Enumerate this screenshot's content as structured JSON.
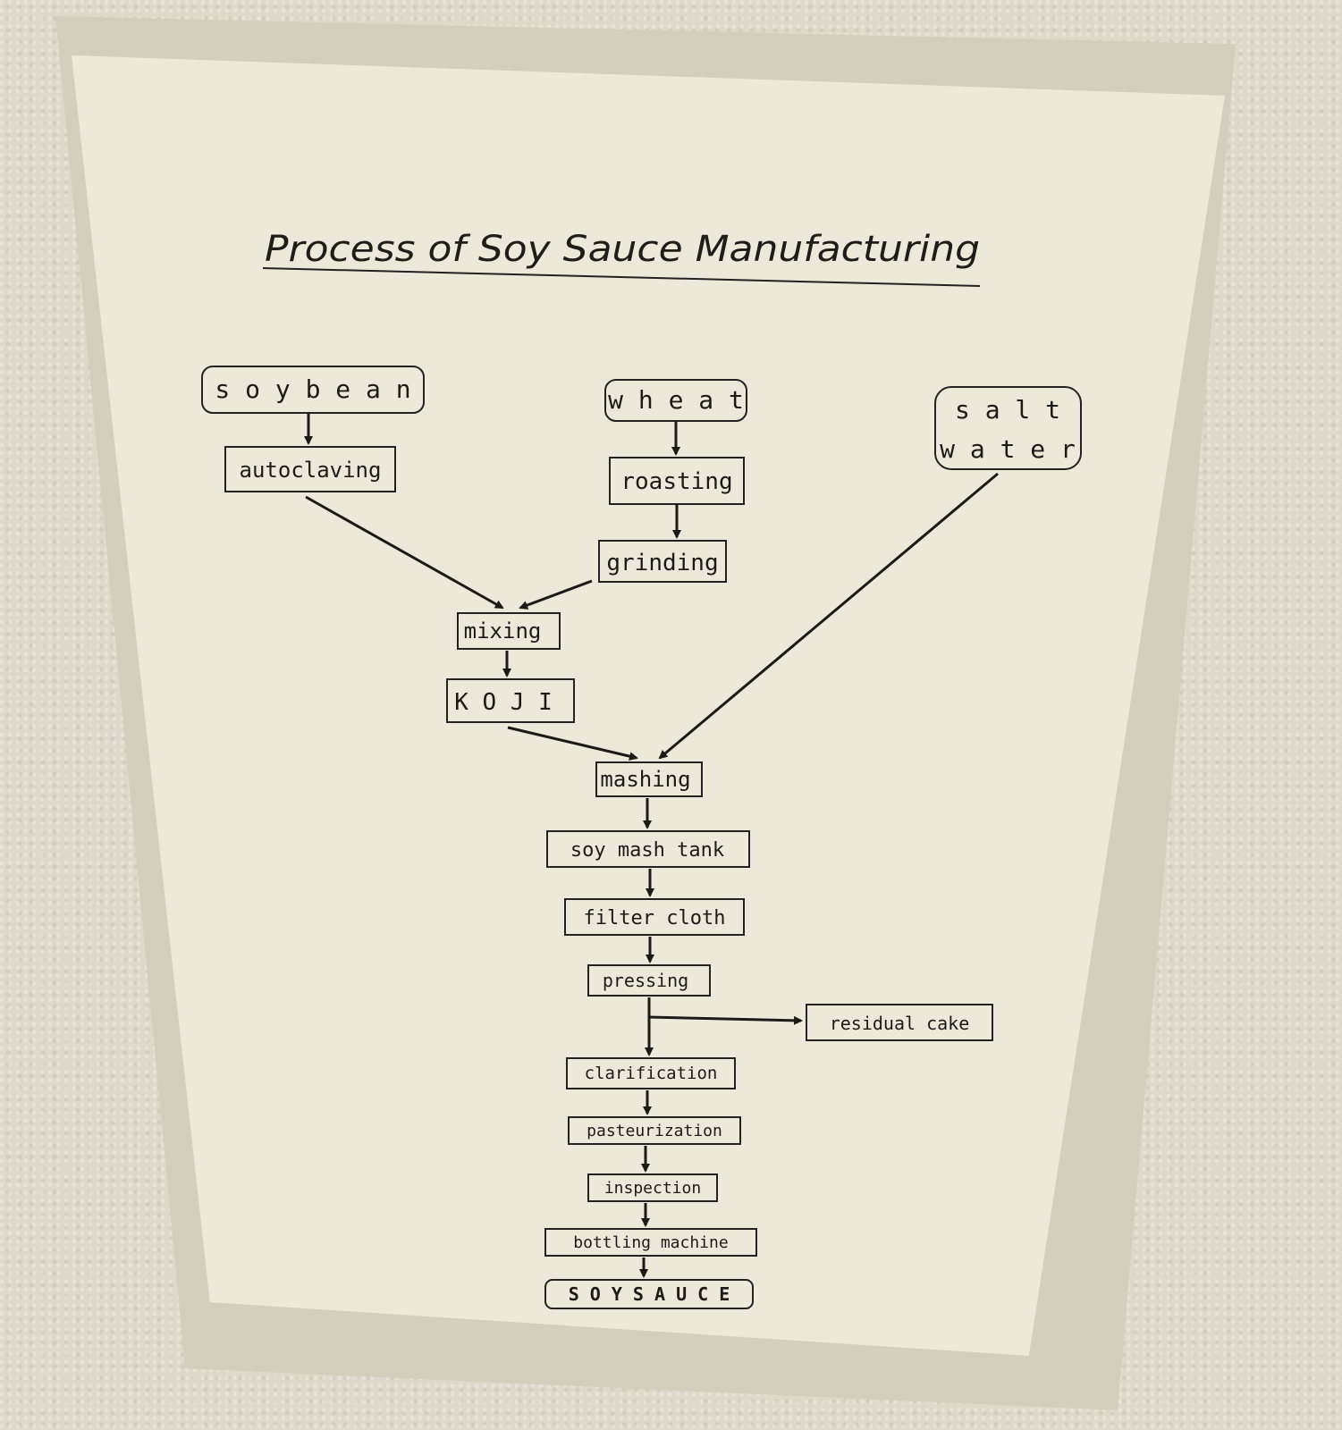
{
  "title": "Process of Soy Sauce Manufacturing",
  "nodes": {
    "soybean": "s o y   b e a n",
    "autoclaving": "autoclaving",
    "wheat": "w h e a t",
    "roasting": "roasting",
    "grinding": "grinding",
    "salt_water_1": "s a l t",
    "salt_water_2": "w a t e r",
    "mixing": "mixing",
    "koji": "K O J I",
    "mashing": "mashing",
    "soy_mash_tank": "soy  mash  tank",
    "filter_cloth": "filter  cloth",
    "pressing": "pressing",
    "residual_cake": "residual  cake",
    "clarification": "clarification",
    "pasteurization": "pasteurization",
    "inspection": "inspection",
    "bottling_machine": "bottling  machine",
    "soy_sauce": "S O Y   S A U C E"
  },
  "edges": [
    [
      "soybean",
      "autoclaving"
    ],
    [
      "autoclaving",
      "mixing"
    ],
    [
      "wheat",
      "roasting"
    ],
    [
      "roasting",
      "grinding"
    ],
    [
      "grinding",
      "mixing"
    ],
    [
      "mixing",
      "koji"
    ],
    [
      "koji",
      "mashing"
    ],
    [
      "salt_water",
      "mashing"
    ],
    [
      "mashing",
      "soy_mash_tank"
    ],
    [
      "soy_mash_tank",
      "filter_cloth"
    ],
    [
      "filter_cloth",
      "pressing"
    ],
    [
      "pressing",
      "residual_cake"
    ],
    [
      "pressing",
      "clarification"
    ],
    [
      "clarification",
      "pasteurization"
    ],
    [
      "pasteurization",
      "inspection"
    ],
    [
      "inspection",
      "bottling_machine"
    ],
    [
      "bottling_machine",
      "soy_sauce"
    ]
  ]
}
